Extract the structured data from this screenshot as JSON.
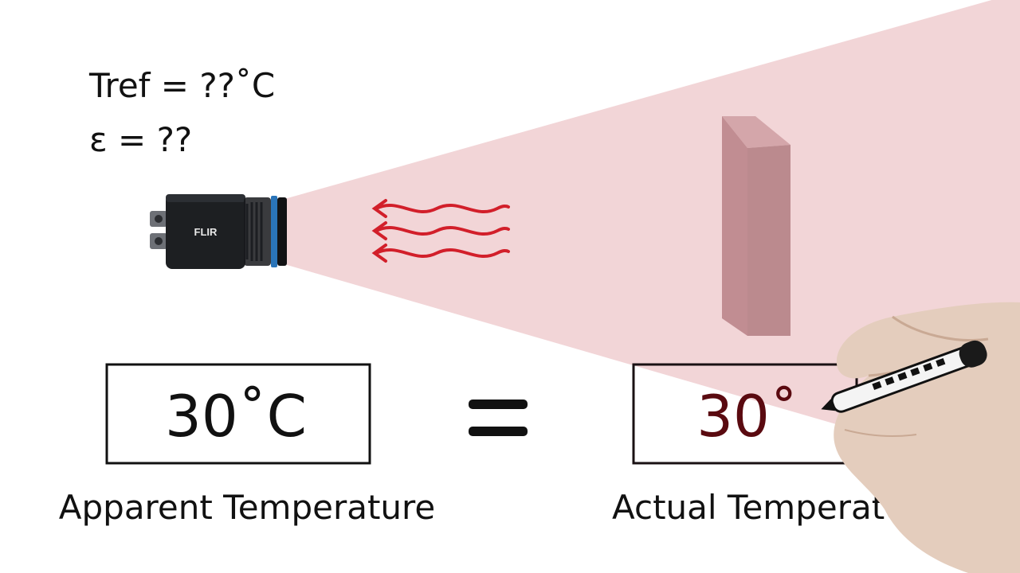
{
  "params": {
    "tref_label": "Tref = ??˚C",
    "epsilon_label": "ε = ??"
  },
  "camera": {
    "brand": "FLIR"
  },
  "apparent": {
    "value": "30˚C",
    "label": "Apparent Temperature"
  },
  "equals_sign": "=",
  "actual": {
    "value": "30˚",
    "label": "Actual Temperatu"
  },
  "colors": {
    "beam": "#f2d5d7",
    "wave": "#d21f2a",
    "target_front": "#c7979b",
    "target_side": "#b5888c",
    "target_top": "#d4a6aa",
    "ink": "#111111",
    "actual_ink": "#5a0a10",
    "camera_body": "#1d1f22",
    "camera_ring": "#2a74b8"
  }
}
